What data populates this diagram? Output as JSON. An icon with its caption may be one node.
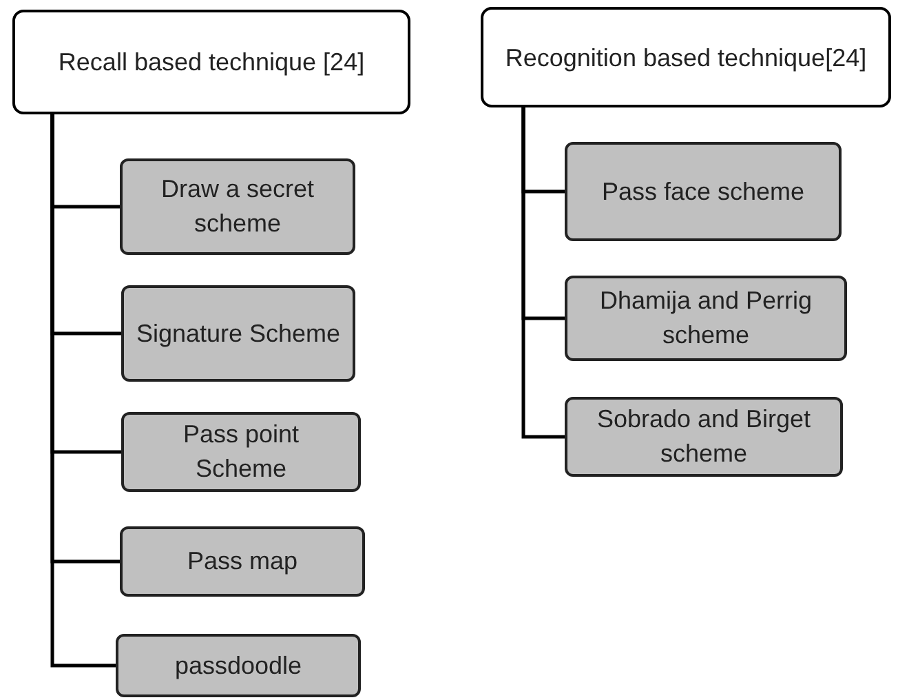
{
  "diagram": {
    "nodes": [
      {
        "text": [
          "Recall based technique [24]"
        ]
      },
      {
        "text": [
          "Draw a secret scheme"
        ]
      },
      {
        "text": [
          "Signature Scheme"
        ]
      },
      {
        "text": [
          "Pass point Scheme"
        ]
      },
      {
        "text": [
          "Pass map"
        ]
      },
      {
        "text": [
          "passdoodle"
        ]
      },
      {
        "text": [
          "Recognition based technique[24]"
        ]
      },
      {
        "text": [
          "Pass face scheme"
        ]
      },
      {
        "text": [
          "Dhamija and Perrig scheme"
        ]
      },
      {
        "text": [
          "Sobrado and Birget scheme"
        ]
      }
    ],
    "edges": [
      {
        "from": 0,
        "to": 1,
        "arrow": "none"
      },
      {
        "from": 0,
        "to": 2,
        "arrow": "none"
      },
      {
        "from": 0,
        "to": 3,
        "arrow": "none"
      },
      {
        "from": 0,
        "to": 4,
        "arrow": "none"
      },
      {
        "from": 0,
        "to": 5,
        "arrow": "none"
      },
      {
        "from": 6,
        "to": 7,
        "arrow": "none"
      },
      {
        "from": 6,
        "to": 8,
        "arrow": "none"
      },
      {
        "from": 6,
        "to": 9,
        "arrow": "none"
      }
    ]
  }
}
